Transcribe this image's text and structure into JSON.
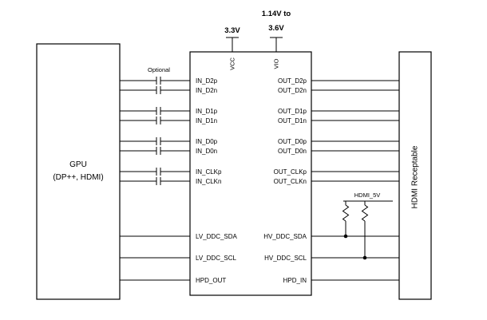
{
  "diagram": {
    "gpu": {
      "line1": "GPU",
      "line2": "(DP++, HDMI)"
    },
    "optional_label": "Optional",
    "power": {
      "vcc_voltage": "3.3V",
      "vio_voltage_line1": "1.14V to",
      "vio_voltage_line2": "3.6V",
      "vcc_pin": "VCC",
      "vio_pin": "VIO"
    },
    "ic": {
      "left_pins": [
        "IN_D2p",
        "IN_D2n",
        "IN_D1p",
        "IN_D1n",
        "IN_D0p",
        "IN_D0n",
        "IN_CLKp",
        "IN_CLKn",
        "LV_DDC_SDA",
        "LV_DDC_SCL",
        "HPD_OUT"
      ],
      "right_pins": [
        "OUT_D2p",
        "OUT_D2n",
        "OUT_D1p",
        "OUT_D1n",
        "OUT_D0p",
        "OUT_D0n",
        "OUT_CLKp",
        "OUT_CLKn",
        "HV_DDC_SDA",
        "HV_DDC_SCL",
        "HPD_IN"
      ]
    },
    "receptacle_label": "HDMI Receptable",
    "hdmi_5v_label": "HDMI_5V",
    "colors": {
      "line": "#000000",
      "background": "#ffffff"
    }
  }
}
